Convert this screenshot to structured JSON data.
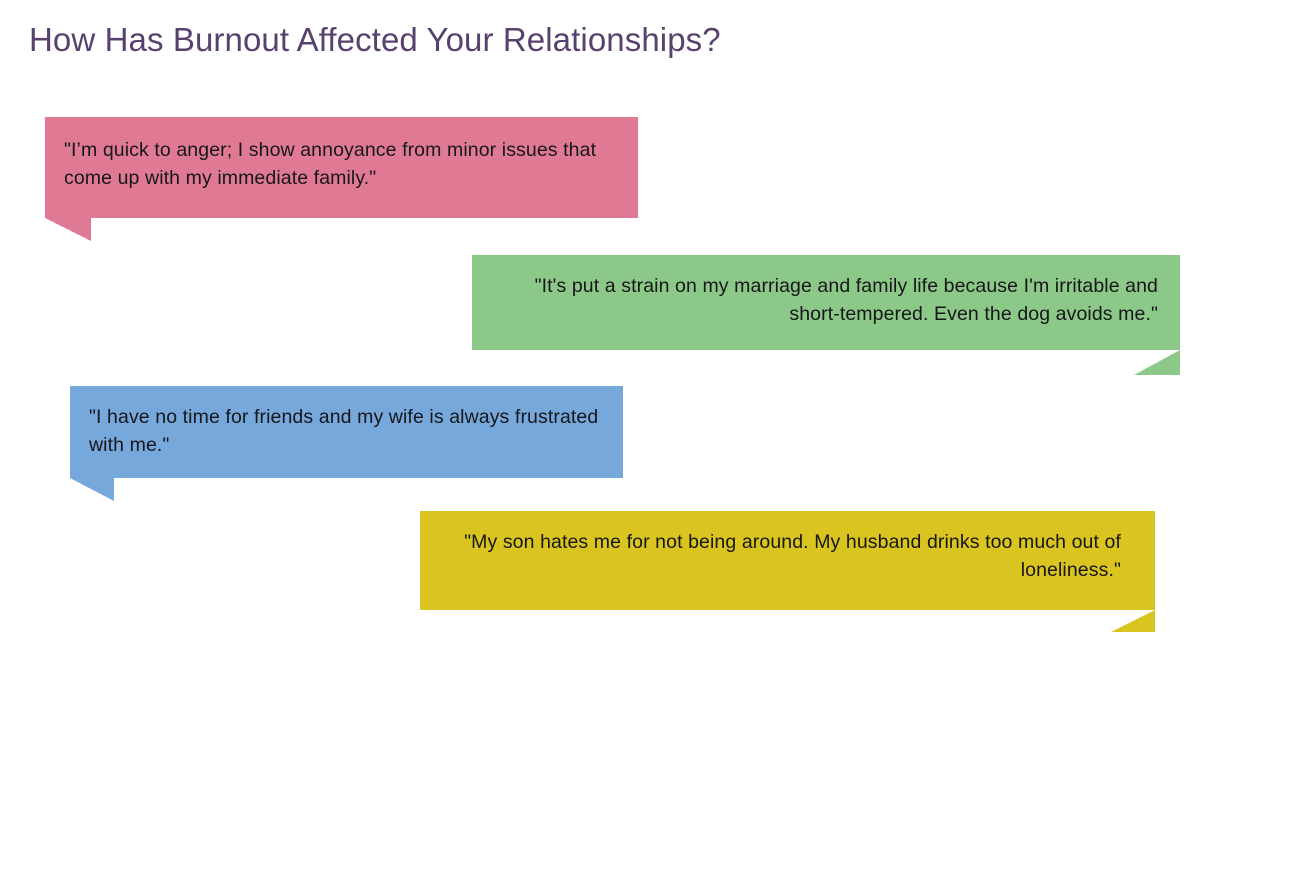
{
  "header": {
    "title": "How Has Burnout Affected Your Relationships?",
    "title_color": "#59416e"
  },
  "quotes": [
    {
      "id": "quote-pink",
      "text": "\"I’m quick to anger; I show annoyance from minor issues that come up with my immediate family.\"",
      "color": "#e07a94",
      "color_name": "pink",
      "align": "left",
      "tail": "bottom-left"
    },
    {
      "id": "quote-green",
      "text": "\"It's put a strain on my marriage and family life because I'm irritable and short-tempered. Even the dog avoids me.\"",
      "color": "#8cc888",
      "color_name": "green",
      "align": "right",
      "tail": "bottom-right"
    },
    {
      "id": "quote-blue",
      "text": "\"I have no time for friends and my wife is always frustrated with me.\"",
      "color": "#76a8dc",
      "color_name": "blue",
      "align": "left",
      "tail": "bottom-left"
    },
    {
      "id": "quote-yellow",
      "text": "\"My son hates me for not being around. My husband drinks too much out of loneliness.\"",
      "color": "#d9c420",
      "color_name": "yellow",
      "align": "right",
      "tail": "bottom-right"
    }
  ],
  "background_color": "#ffffff",
  "text_color": "#17171a"
}
